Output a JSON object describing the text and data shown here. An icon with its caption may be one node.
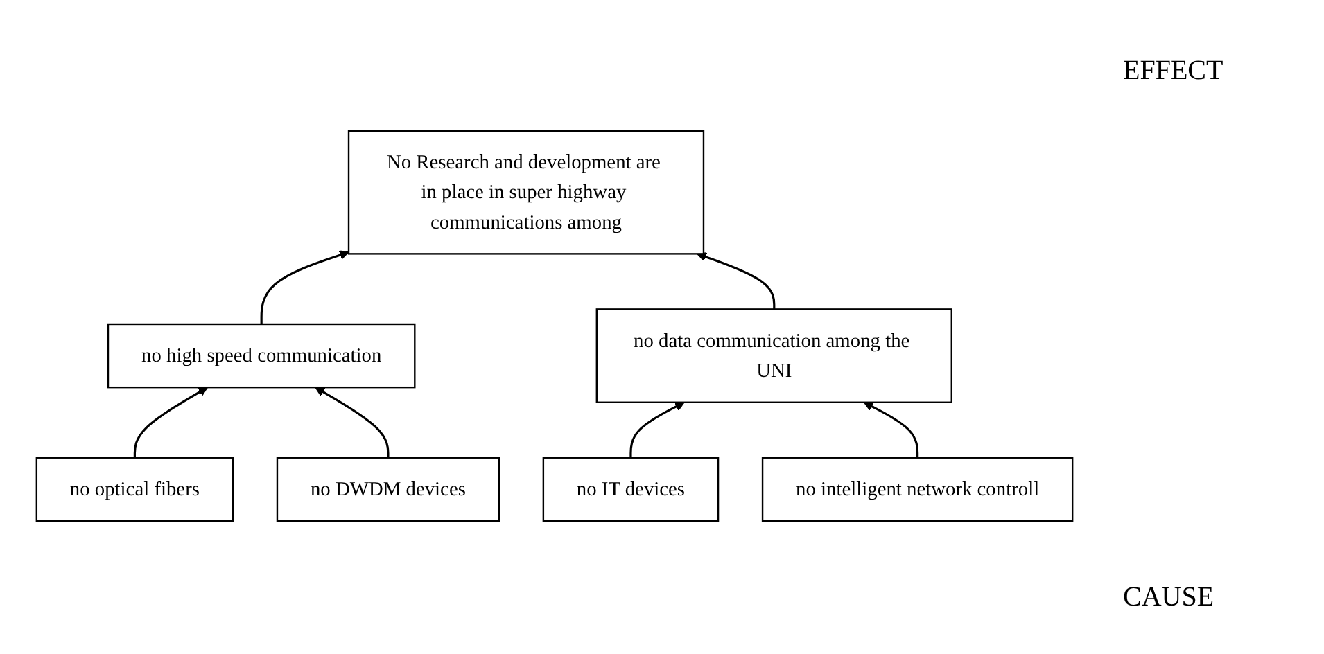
{
  "diagram": {
    "nodes": [
      {
        "text": [
          "No Research and development are in place in super highway communications among"
        ]
      },
      {
        "text": [
          "no high speed communication"
        ]
      },
      {
        "text": [
          "no data communication among the UNI"
        ]
      },
      {
        "text": [
          "no optical fibers"
        ]
      },
      {
        "text": [
          "no DWDM devices"
        ]
      },
      {
        "text": [
          "no IT devices"
        ]
      },
      {
        "text": [
          "no intelligent network controll"
        ]
      }
    ],
    "edges": [
      {
        "from": 1,
        "to": 0,
        "arrow": "to"
      },
      {
        "from": 2,
        "to": 0,
        "arrow": "to"
      },
      {
        "from": 3,
        "to": 1,
        "arrow": "to"
      },
      {
        "from": 4,
        "to": 1,
        "arrow": "to"
      },
      {
        "from": 5,
        "to": 2,
        "arrow": "to"
      },
      {
        "from": 6,
        "to": 2,
        "arrow": "to"
      }
    ],
    "labels": [
      "EFFECT",
      "CAUSE"
    ]
  }
}
